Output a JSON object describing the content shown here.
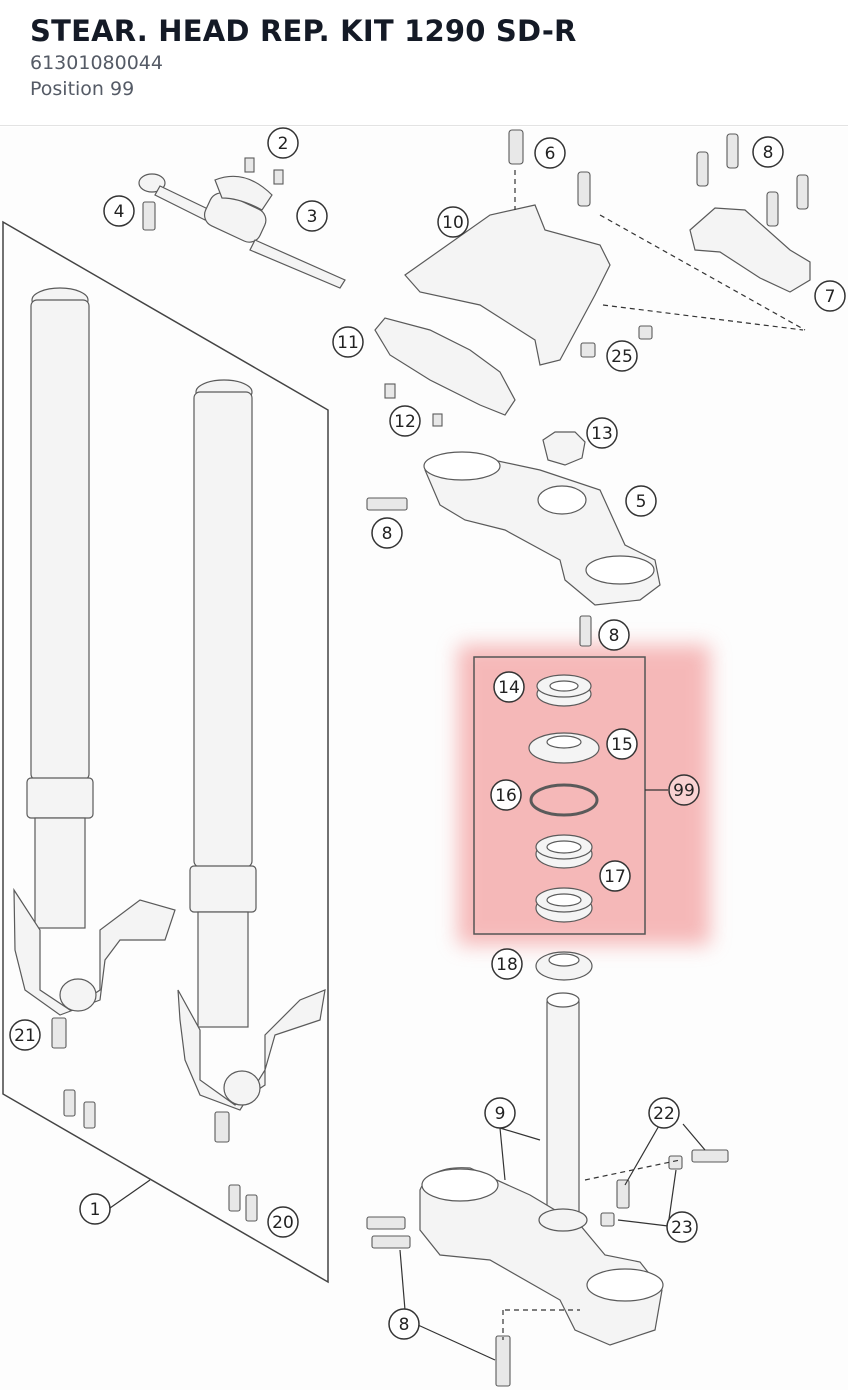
{
  "header": {
    "title": "STEAR. HEAD REP. KIT 1290 SD-R",
    "part_number": "61301080044",
    "position": "Position 99"
  },
  "diagram": {
    "highlight_color": "#f08080",
    "callouts": [
      "1",
      "2",
      "3",
      "4",
      "5",
      "6",
      "7",
      "8",
      "9",
      "10",
      "11",
      "12",
      "13",
      "14",
      "15",
      "16",
      "17",
      "18",
      "20",
      "21",
      "22",
      "23",
      "25",
      "99"
    ],
    "highlighted_callout": "99"
  }
}
